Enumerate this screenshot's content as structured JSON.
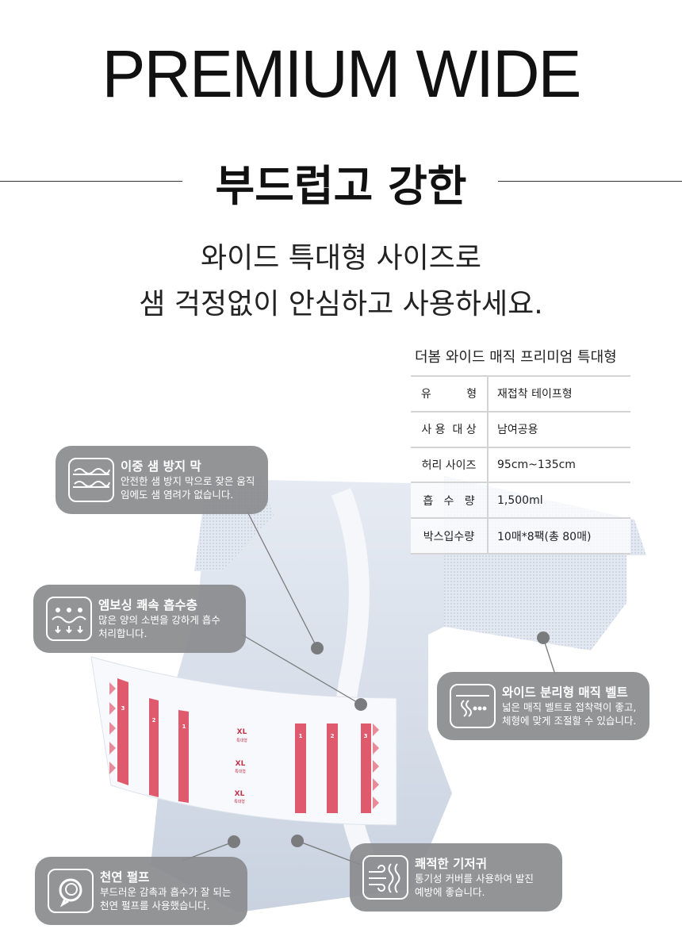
{
  "header": {
    "title": "PREMIUM WIDE",
    "heading": "부드럽고 강한",
    "subtitle_lines": [
      "와이드 특대형 사이즈로",
      "샘 걱정없이 안심하고 사용하세요."
    ]
  },
  "spec": {
    "title": "더봄 와이드 매직 프리미엄 특대형",
    "rows": [
      {
        "label": "유          형",
        "value": "재접착 테이프형"
      },
      {
        "label": "사 용  대 상",
        "value": "남여공용"
      },
      {
        "label": "허리 사이즈",
        "value": "95cm~135cm"
      },
      {
        "label": "흡   수   량",
        "value": "1,500ml"
      },
      {
        "label": "박스입수량",
        "value": "10매*8팩(총 80매)"
      }
    ]
  },
  "product_marks": {
    "size": "XL",
    "size_label": "특대형",
    "numbers": [
      "1",
      "2",
      "3"
    ]
  },
  "features": [
    {
      "icon": "double-wave-layer-icon",
      "title": "이중 샘 방지 막",
      "desc": [
        "안전한 샘 방지 막으로 잦은 움직",
        "임에도 샘 염려가 없습니다."
      ]
    },
    {
      "icon": "absorb-drops-icon",
      "title": "엠보싱 쾌속 흡수층",
      "desc": [
        "많은 양의 소변을 강하게 흡수",
        "처리합니다."
      ]
    },
    {
      "icon": "belt-icon",
      "title": "와이드 분리형 매직 벨트",
      "desc": [
        "넓은 매직 벨트로 접착력이 좋고,",
        "체형에 맞게 조절할 수 있습니다."
      ]
    },
    {
      "icon": "airflow-icon",
      "title": "쾌적한 기저귀",
      "desc": [
        "통기성 커버를 사용하여 발진",
        "예방에 좋습니다."
      ]
    },
    {
      "icon": "pulp-icon",
      "title": "천연 펄프",
      "desc": [
        "부드러운 감촉과 흡수가 잘 되는",
        "천연 펄프를 사용했습니다."
      ]
    }
  ],
  "colors": {
    "callout": "#8a8b8d",
    "belt_stripe": "#e05a6e",
    "diaper": "#dfe5ef"
  }
}
